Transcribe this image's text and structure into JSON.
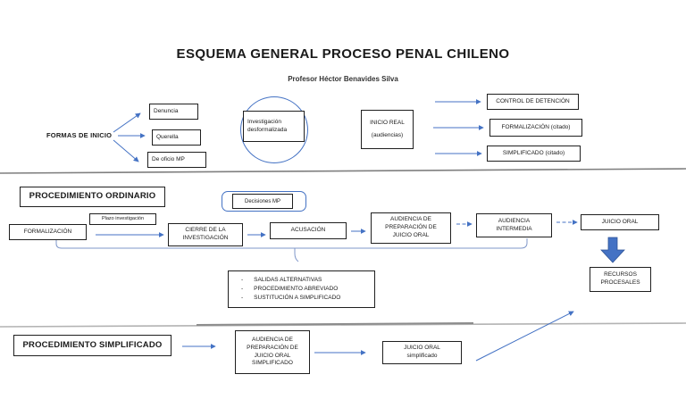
{
  "colors": {
    "arrow_blue": "#4472C4",
    "box_border": "#1f1f1f",
    "divider_dark": "#7f7f7f",
    "divider_light": "#b3b3b3"
  },
  "header": {
    "title": "ESQUEMA GENERAL PROCESO PENAL CHILENO",
    "subtitle": "Profesor Héctor Benavides Silva"
  },
  "inicio": {
    "label": "FORMAS DE INICIO",
    "forms": [
      "Denuncia",
      "Querella",
      "De oficio MP"
    ],
    "investigacion_circle": "Investigación\ndesformalizada",
    "inicio_real": "INICIO REAL\n(audiencias)",
    "audiencias": [
      "CONTROL DE DETENCIÓN",
      "FORMALIZACIÓN (citado)",
      "SIMPLIFICADO (citado)"
    ]
  },
  "ordinario": {
    "title": "PROCEDIMIENTO ORDINARIO",
    "decisiones_mp": "Decisiones MP",
    "formalizacion": "FORMALIZACIÓN",
    "plazo": "Plazo investigación",
    "cierre": "CIERRE DE LA\nINVESTIGACIÓN",
    "acusacion": "ACUSACIÓN",
    "audiencia_preparacion": "AUDIENCIA DE\nPREPARACIÓN DE\nJUICIO ORAL",
    "audiencia_intermedia": "AUDIENCIA\nINTERMEDIA",
    "juicio_oral": "JUICIO ORAL",
    "recursos": "RECURSOS\nPROCESALES",
    "salidas": {
      "bullet": "-",
      "items": [
        "SALIDAS ALTERNATIVAS",
        "PROCEDIMIENTO ABREVIADO",
        "SUSTITUCIÓN A SIMPLIFICADO"
      ]
    }
  },
  "simplificado": {
    "title": "PROCEDIMIENTO SIMPLIFICADO",
    "audiencia_preparacion": "AUDIENCIA DE\nPREPARACIÓN DE\nJUICIO ORAL\nSIMPLIFICADO",
    "juicio_oral": "JUICIO ORAL\nsimplificado"
  }
}
